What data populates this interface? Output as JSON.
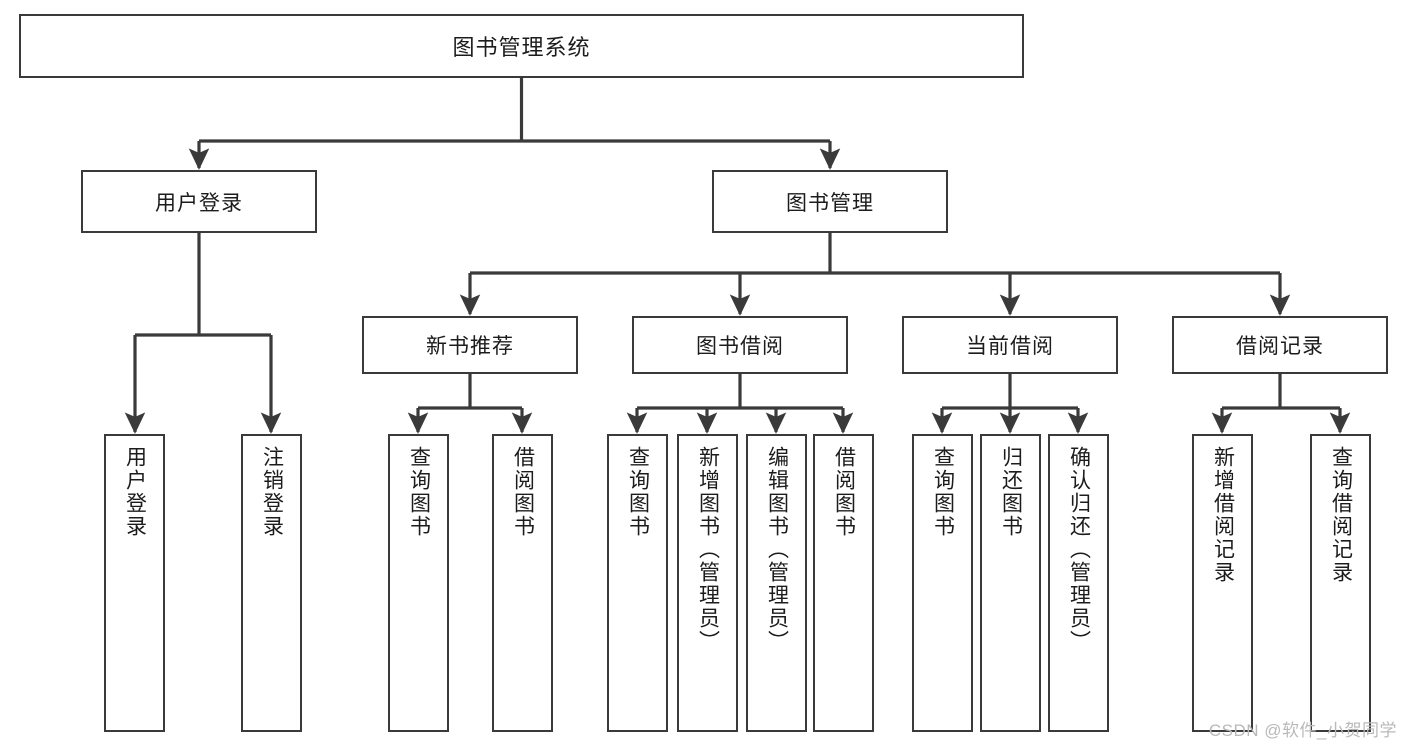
{
  "diagram": {
    "title": "图书管理系统",
    "watermark": "CSDN @软件_小贺同学",
    "line_color": "#3a3a3a",
    "box_border_color": "#3a3a3a",
    "background": "#ffffff",
    "text_color": "#1c1c1c",
    "levels": {
      "level1": [
        {
          "id": "root",
          "label": "图书管理系统"
        }
      ],
      "level2": [
        {
          "id": "user-login",
          "label": "用户登录"
        },
        {
          "id": "book-manage",
          "label": "图书管理"
        }
      ],
      "level3": [
        {
          "id": "new-book-rec",
          "label": "新书推荐"
        },
        {
          "id": "book-borrow",
          "label": "图书借阅"
        },
        {
          "id": "current-borrow",
          "label": "当前借阅"
        },
        {
          "id": "borrow-record",
          "label": "借阅记录"
        }
      ],
      "level4": [
        {
          "id": "leaf-user-login",
          "label": "用户登录",
          "parent": "user-login"
        },
        {
          "id": "leaf-logout",
          "label": "注销登录",
          "parent": "user-login"
        },
        {
          "id": "leaf-query-book-1",
          "label": "查询图书",
          "parent": "new-book-rec"
        },
        {
          "id": "leaf-borrow-book-1",
          "label": "借阅图书",
          "parent": "new-book-rec"
        },
        {
          "id": "leaf-query-book-2",
          "label": "查询图书",
          "parent": "book-borrow"
        },
        {
          "id": "leaf-add-book",
          "label": "新增图书（管理员）",
          "parent": "book-borrow"
        },
        {
          "id": "leaf-edit-book",
          "label": "编辑图书（管理员）",
          "parent": "book-borrow"
        },
        {
          "id": "leaf-borrow-book-2",
          "label": "借阅图书",
          "parent": "book-borrow"
        },
        {
          "id": "leaf-query-book-3",
          "label": "查询图书",
          "parent": "current-borrow"
        },
        {
          "id": "leaf-return-book",
          "label": "归还图书",
          "parent": "current-borrow"
        },
        {
          "id": "leaf-confirm-return",
          "label": "确认归还（管理员）",
          "parent": "current-borrow"
        },
        {
          "id": "leaf-add-record",
          "label": "新增借阅记录",
          "parent": "borrow-record"
        },
        {
          "id": "leaf-query-record",
          "label": "查询借阅记录",
          "parent": "borrow-record"
        }
      ]
    }
  }
}
